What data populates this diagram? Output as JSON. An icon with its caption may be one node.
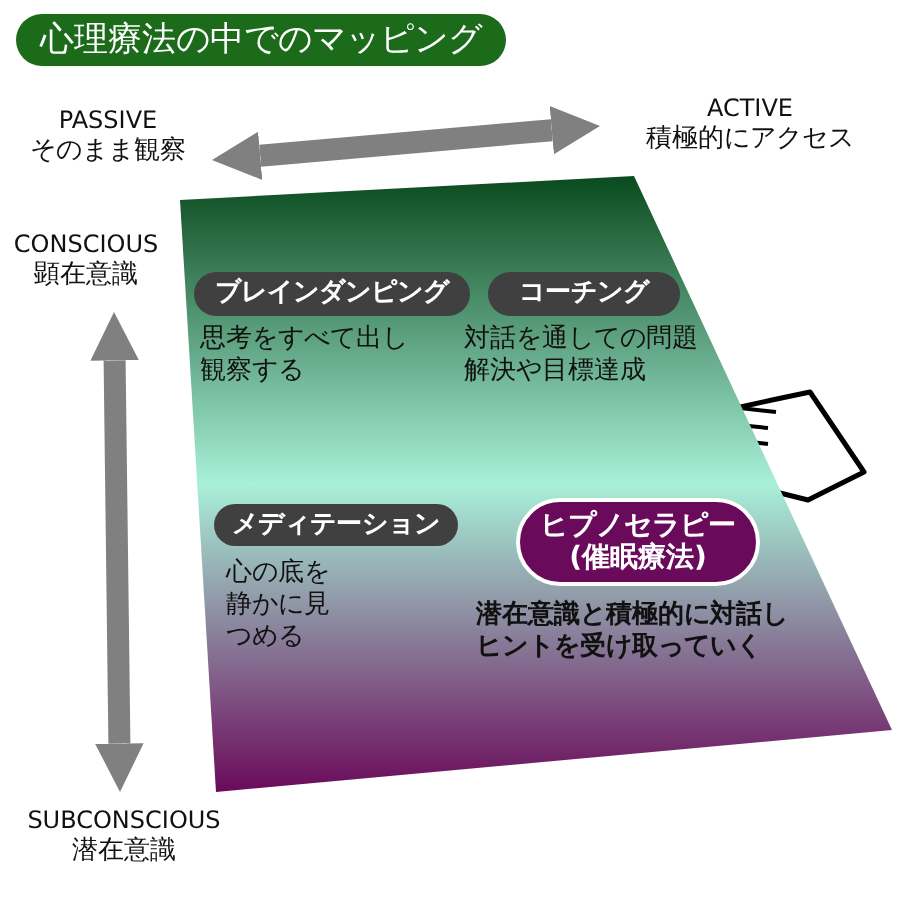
{
  "diagram": {
    "title": "心理療法の中でのマッピング",
    "nodes": [
      {
        "text": [
          "PASSIVE",
          "そのまま観察"
        ]
      },
      {
        "text": [
          "ACTIVE",
          "積極的にアクセス"
        ]
      },
      {
        "text": [
          "CONSCIOUS",
          "顕在意識"
        ]
      },
      {
        "text": [],
        "shape": "box"
      },
      {
        "text": [
          "ブレインダンピング"
        ],
        "in": 3,
        "beside": [
          "思考をすべて出し観察する"
        ]
      },
      {
        "text": [
          "コーチング"
        ],
        "in": 3,
        "beside": [
          "対話を通しての問題解決や目標達成"
        ]
      },
      {
        "text": [
          "メディテーション"
        ],
        "in": 3,
        "beside": [
          "心の底を静かに見つめる"
        ]
      },
      {
        "text": [
          "ヒプノセラピー",
          "(催眠療法)"
        ],
        "in": 3,
        "beside": [
          "潜在意識と積極的に対話しヒントを受け取っていく"
        ]
      },
      {
        "text": [
          "SUBCONSCIOUS",
          "潜在意識"
        ]
      }
    ],
    "edges": [
      {
        "from": 0,
        "to": 1,
        "arrow": "both"
      },
      {
        "from": 2,
        "to": 8,
        "arrow": "both"
      }
    ]
  }
}
